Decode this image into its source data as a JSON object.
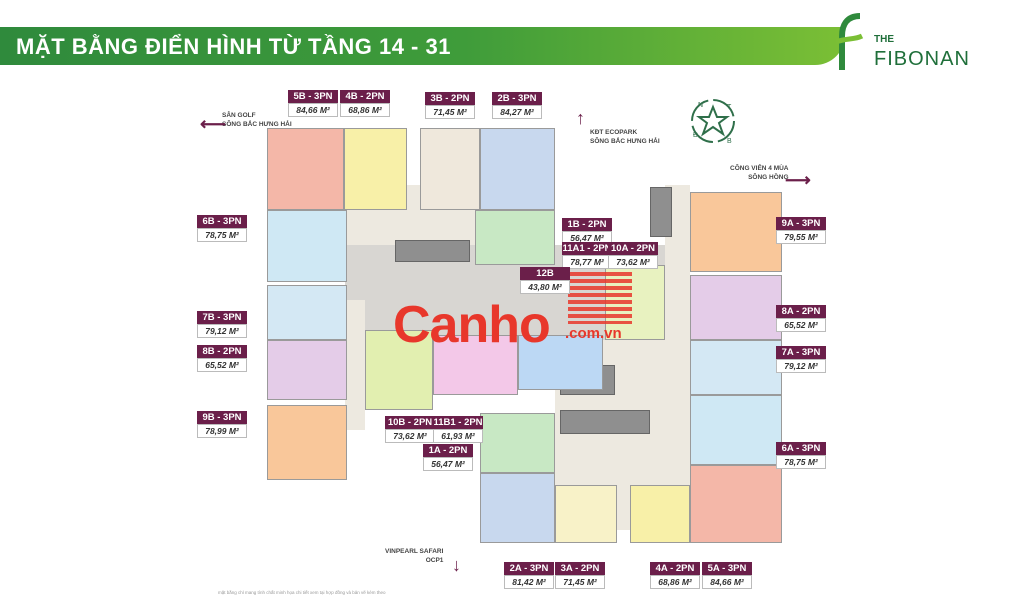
{
  "header": {
    "title": "MẶT BẰNG ĐIỂN HÌNH TỪ TẦNG 14 - 31"
  },
  "logo": {
    "line1": "THE",
    "line2": "FIBONAN"
  },
  "compass": {
    "n": "N",
    "t": "T",
    "b": "B",
    "d": "Đ"
  },
  "directions": [
    {
      "line1": "SÂN GOLF",
      "line2": "SÔNG BẮC HƯNG HẢI"
    },
    {
      "line1": "KĐT ECOPARK",
      "line2": "SÔNG BẮC HƯNG HẢI"
    },
    {
      "line1": "CÔNG VIÊN 4 MÙA",
      "line2": "SÔNG HỒNG"
    },
    {
      "line1": "VINPEARL SAFARI",
      "line2": "OCP1"
    }
  ],
  "units": [
    {
      "name": "5B - 3PN",
      "area": "84,66 M²"
    },
    {
      "name": "4B - 2PN",
      "area": "68,86 M²"
    },
    {
      "name": "3B - 2PN",
      "area": "71,45 M²"
    },
    {
      "name": "2B - 3PN",
      "area": "84,27 M²"
    },
    {
      "name": "6B - 3PN",
      "area": "78,75 M²"
    },
    {
      "name": "1B - 2PN",
      "area": "56,47 M²"
    },
    {
      "name": "11A1 - 2PN",
      "area": "78,77 M²"
    },
    {
      "name": "10A - 2PN",
      "area": "73,62 M²"
    },
    {
      "name": "12B",
      "area": "43,80 M²"
    },
    {
      "name": "9A - 3PN",
      "area": "79,55 M²"
    },
    {
      "name": "7B - 3PN",
      "area": "79,12 M²"
    },
    {
      "name": "8A - 2PN",
      "area": "65,52 M²"
    },
    {
      "name": "8B - 2PN",
      "area": "65,52 M²"
    },
    {
      "name": "7A - 3PN",
      "area": "79,12 M²"
    },
    {
      "name": "9B - 3PN",
      "area": "78,99 M²"
    },
    {
      "name": "10B - 2PN",
      "area": "73,62 M²"
    },
    {
      "name": "11B1 - 2PN",
      "area": "61,93 M²"
    },
    {
      "name": "1A - 2PN",
      "area": "56,47 M²"
    },
    {
      "name": "6A - 3PN",
      "area": "78,75 M²"
    },
    {
      "name": "2A - 3PN",
      "area": "81,42 M²"
    },
    {
      "name": "3A - 2PN",
      "area": "71,45 M²"
    },
    {
      "name": "4A - 2PN",
      "area": "68,86 M²"
    },
    {
      "name": "5A - 3PN",
      "area": "84,66 M²"
    }
  ],
  "watermark": {
    "main": "Canho",
    "sub": ".com.vn"
  },
  "footnote": "mặt bằng chỉ mang tính chất minh họa chi tiết xem tại hợp đồng và bản vẽ kèm theo"
}
